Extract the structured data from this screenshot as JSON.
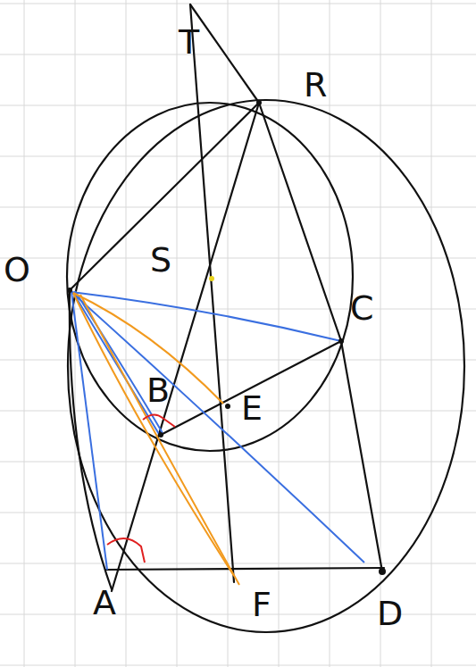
{
  "diagram": {
    "labels": [
      "T",
      "R",
      "O",
      "S",
      "C",
      "B",
      "E",
      "A",
      "F",
      "D"
    ]
  }
}
